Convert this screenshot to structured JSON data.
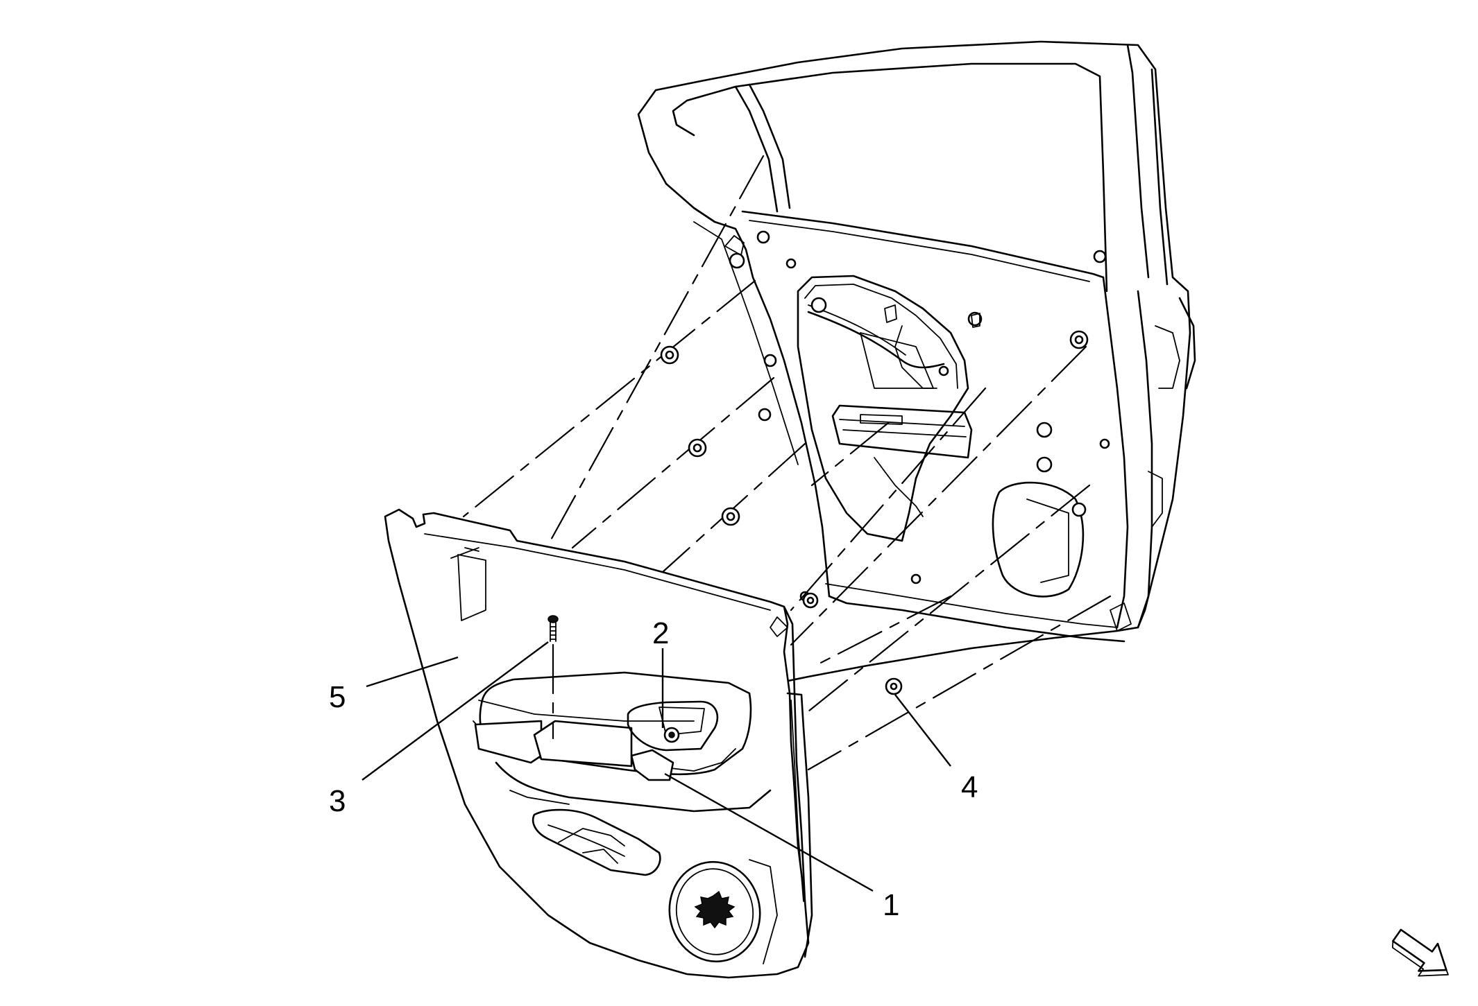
{
  "callouts": [
    {
      "id": "1",
      "text": "1"
    },
    {
      "id": "2",
      "text": "2"
    },
    {
      "id": "3",
      "text": "3"
    },
    {
      "id": "4",
      "text": "4"
    },
    {
      "id": "5",
      "text": "5"
    }
  ],
  "icons": {
    "view_direction": "arrow-right-down-icon"
  },
  "colors": {
    "line": "#000000",
    "background": "#ffffff"
  }
}
